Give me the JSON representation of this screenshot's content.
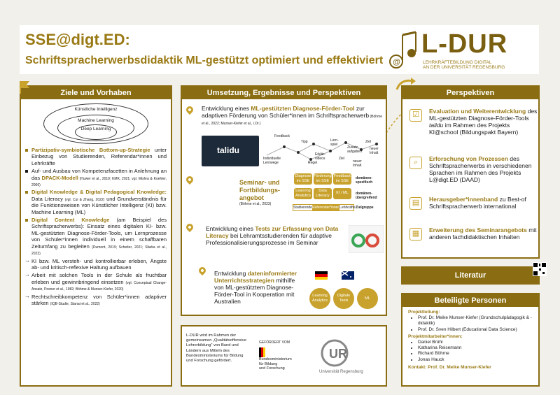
{
  "header": {
    "title": "SSE@digt.ED:",
    "subtitle": "Schriftspracherwerbsdidaktik ML-gestützt optimiert und effektiviert",
    "logo_word": "L-DUR",
    "logo_sub1": "LEHRKRÄFTEBILDUNG DIGITAL",
    "logo_sub2": "AN DER UNIVERSITÄT REGENSBURG"
  },
  "left": {
    "heading": "Ziele und Vorhaben",
    "venn": {
      "outer": "Künstliche Intelligenz",
      "middle": "Machine Learning",
      "inner": "Deep Learning"
    },
    "items": [
      {
        "bold": "Partizipativ-symbiotische Bottom-up-Strategie",
        "text": " unter Einbezug von Studierenden, Referendar*innen und Lehrkräfte"
      },
      {
        "bold": "",
        "text": "Auf- und Ausbau von Kompetenzfacetten in Anlehnung an das ",
        "bold2": "DPACK-Modell",
        "ref": " (Huwer et al., 2019; KMK, 2021; vgl. Mishra & Koehler, 2006)"
      },
      {
        "bold": "Digital Knowledge & Digital Pedagogical Knowledge:",
        "text": " Data Literacy ",
        "ref": "(vgl. Cui & Zhang, 2022)",
        "text2": " und Grundverständnis für die Funktionsweisen von Künstlicher Intelligenz (KI) bzw. Machine Learning (ML)"
      },
      {
        "bold": "Digital Content Knowledge",
        "text": " (am Beispiel des Schriftspracherwerbs): Einsatz eines digitalen KI- bzw. ML-gestützten Diagnose-Förder-Tools, um Lernprozesse von Schüler*innen individuell in einem schaffbaren Zeitumfang zu begleiten ",
        "ref": "(Dumont, 2019; Scheiter, 2021; Sliwka et al., 2023)"
      }
    ],
    "arrows": [
      {
        "text": "KI bzw. ML versteh- und kontrollierbar erleben, Ängste ab- und kritisch-reflexive Haltung aufbauen",
        "ref": ""
      },
      {
        "text": "Arbeit mit solchen Tools in der Schule als fruchtbar erleben und gewinnbringend einsetzen ",
        "ref": "(vgl. Conceptual Change-Ansatz, Posner et al., 1982; Böhme & Munser-Kiefer, 2020)"
      },
      {
        "text": "Rechtschreibkompetenz von Schüler*innen adaptiver stärken ",
        "ref": "(IQB-Studie, Stanat et al., 2022)"
      }
    ]
  },
  "middle": {
    "heading": "Umsetzung, Ergebnisse und Perspektiven",
    "item1": {
      "pre": "Entwicklung eines ",
      "bold": "ML-gestützten Diagnose-Förder-Tool",
      "post": " zur adaptiven Förderung von Schüler*innen im Schriftspracherwerb",
      "ref": " (Böhme et al., 2022; Munser-Kiefer et al., i.Dr.)"
    },
    "talidu": "talidu",
    "flow_labels": [
      "Feedback",
      "Individuelle Lernwege",
      "Tipp",
      "Erklär-videos",
      "Lern-spiel",
      "Zusatz-aufgaben",
      "Ziel",
      "neuer Inhalt",
      "Regel",
      "Ziel",
      "neuer Inhalt"
    ],
    "item2": {
      "bold": "Seminar- und Fortbildungs-angebot",
      "ref": "(Böhme et al., 2023)"
    },
    "chips_row1": [
      "Diagnose im SSE",
      "Förderung im SSE",
      "Feedback im SSE"
    ],
    "chips_row2": [
      "Learning Analytics",
      "Data Literacy",
      "KI / ML"
    ],
    "chips_row3": [
      "Studierende",
      "Referendar*innen",
      "Lehrkräfte"
    ],
    "side_labels": [
      "domänen-spezifisch",
      "domänen-übergreifend",
      "Zielgruppe"
    ],
    "item3": {
      "pre": "Entwicklung eines ",
      "bold": "Tests zur Erfassung von Data Literacy",
      "post": " bei Lehramtsstudierenden für adaptive Professionalisierungsprozesse im Seminar"
    },
    "item4": {
      "pre": "Entwicklung ",
      "bold": "dateninformierter Unterrichtsstrategien",
      "post": " mithilfe von ML-gestütztem Diagnose-Förder-Tool in Kooperation mit Australien"
    },
    "circles": [
      "Learning Analytics",
      "Digitale Tools",
      "ML"
    ]
  },
  "right": {
    "heading": "Perspektiven",
    "items": [
      {
        "bold": "Evaluation und Weiterentwicklung",
        "text": " des ML-gestützten Diagnose-Förder-Tools ",
        "italic": "talidu",
        "text2": " im Rahmen des Projekts KI@school (Bildungspakt Bayern)"
      },
      {
        "bold": "Erforschung von Prozessen",
        "text": " des Schriftspracherwerbs in verschiedenen Sprachen im Rahmen des Projekts L@digt.ED (DAAD)"
      },
      {
        "bold": "Herausgeber*innenband",
        "text": " zu Best-of Schriftspracherwerb international"
      },
      {
        "bold": "Erweiterung des Seminarangebots",
        "text": " mit anderen fachdidaktischen Inhalten"
      }
    ]
  },
  "literatur": {
    "heading": "Literatur"
  },
  "personen": {
    "heading": "Beteiligte Personen",
    "lead_label": "Projektleitung:",
    "leads": [
      "Prof. Dr. Meike Munser-Kiefer (Grundschulpädagogik & -didaktik)",
      "Prof. Dr. Sven Hilbert (Educational Data Science)"
    ],
    "staff_label": "Projektmitarbeiter*innen:",
    "staff": [
      "Daniel Brühl",
      "Katharina Reisemann",
      "Richard Böhme",
      "Jonas Hauck"
    ],
    "contact": "Kontakt: Prof. Dr. Meike Munser-Kiefer"
  },
  "footer": {
    "text": "L-DUR wird im Rahmen der gemeinsamen „Qualitätsoffensive Lehrerbildung“ von Bund und Ländern aus Mitteln des Bundesministeriums für Bildung und Forschung gefördert.",
    "gefoerdert": "GEFÖRDERT VOM",
    "bmbf1": "Bundesministerium",
    "bmbf2": "für Bildung",
    "bmbf3": "und Forschung",
    "ur": "Universität Regensburg"
  },
  "colors": {
    "gold": "#9a7a15",
    "dark_gold": "#8a6d12",
    "accent": "#c8a22c"
  }
}
